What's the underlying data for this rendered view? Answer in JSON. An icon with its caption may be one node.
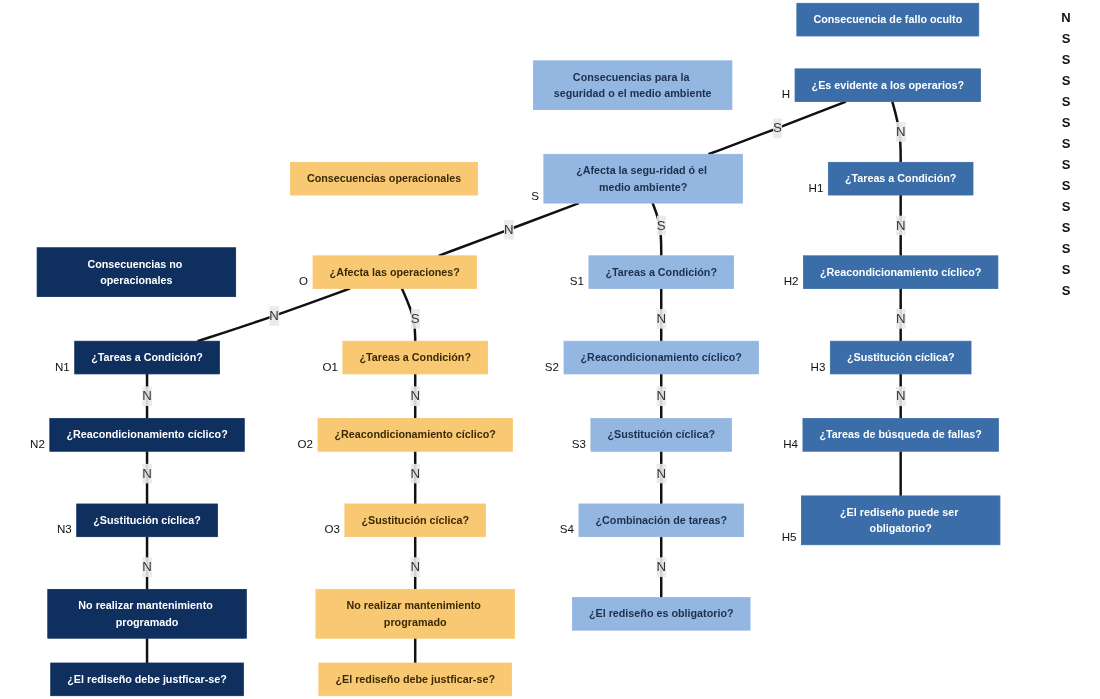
{
  "diagram": {
    "nodes": [
      {
        "text": [
          "Consecuencia de fallo oculto"
        ]
      },
      {
        "text": [
          "Consecuencias para la seguridad o el medio ambiente"
        ]
      },
      {
        "text": [
          "Consecuencias operacionales"
        ]
      },
      {
        "text": [
          "Consecuencias no operacionales"
        ]
      },
      {
        "text": [
          "¿Es evidente a los operarios?"
        ],
        "beside": [
          "H"
        ]
      },
      {
        "text": [
          "¿Afecta la segu-ridad ó el medio ambiente?"
        ],
        "beside": [
          "S"
        ]
      },
      {
        "text": [
          "¿Afecta las operaciones?"
        ],
        "beside": [
          "O"
        ]
      },
      {
        "text": [
          "¿Tareas a Condición?"
        ],
        "beside": [
          "H1"
        ]
      },
      {
        "text": [
          "¿Tareas a Condición?"
        ],
        "beside": [
          "S1"
        ]
      },
      {
        "text": [
          "¿Tareas a Condición?"
        ],
        "beside": [
          "O1"
        ]
      },
      {
        "text": [
          "¿Tareas a Condición?"
        ],
        "beside": [
          "N1"
        ]
      },
      {
        "text": [
          "¿Reacondicionamiento cíclico?"
        ],
        "beside": [
          "H2"
        ]
      },
      {
        "text": [
          "¿Reacondicionamiento cíclico?"
        ],
        "beside": [
          "S2"
        ]
      },
      {
        "text": [
          "¿Reacondicionamiento cíclico?"
        ],
        "beside": [
          "O2"
        ]
      },
      {
        "text": [
          "¿Reacondicionamiento cíclico?"
        ],
        "beside": [
          "N2"
        ]
      },
      {
        "text": [
          "¿Sustitución cíclica?"
        ],
        "beside": [
          "H3"
        ]
      },
      {
        "text": [
          "¿Sustitución cíclica?"
        ],
        "beside": [
          "S3"
        ]
      },
      {
        "text": [
          "¿Sustitución cíclica?"
        ],
        "beside": [
          "O3"
        ]
      },
      {
        "text": [
          "¿Sustitución cíclica?"
        ],
        "beside": [
          "N3"
        ]
      },
      {
        "text": [
          "¿Tareas de búsqueda de fallas?"
        ],
        "beside": [
          "H4"
        ]
      },
      {
        "text": [
          "¿Combinación de tareas?"
        ],
        "beside": [
          "S4"
        ]
      },
      {
        "text": [
          "No realizar mantenimiento programado"
        ]
      },
      {
        "text": [
          "No realizar mantenimiento programado"
        ]
      },
      {
        "text": [
          "¿El rediseño puede ser obligatorio?"
        ],
        "beside": [
          "H5"
        ]
      },
      {
        "text": [
          "¿El rediseño es obligatorio?"
        ]
      },
      {
        "text": [
          "¿El rediseño debe justficar-se?"
        ]
      },
      {
        "text": [
          "¿El rediseño debe justficar-se?"
        ]
      }
    ],
    "edges": [
      {
        "from": 4,
        "to": 5,
        "arrow": "none",
        "label": "S"
      },
      {
        "from": 5,
        "to": 6,
        "arrow": "none",
        "label": "N"
      },
      {
        "from": 6,
        "to": 10,
        "arrow": "none",
        "label": "N"
      },
      {
        "from": 4,
        "to": 7,
        "arrow": "none",
        "label": "N"
      },
      {
        "from": 5,
        "to": 8,
        "arrow": "none",
        "label": "S"
      },
      {
        "from": 6,
        "to": 9,
        "arrow": "none",
        "label": "S"
      },
      {
        "from": 7,
        "to": 11,
        "arrow": "none",
        "label": "N"
      },
      {
        "from": 8,
        "to": 12,
        "arrow": "none",
        "label": "N"
      },
      {
        "from": 9,
        "to": 13,
        "arrow": "none",
        "label": "N"
      },
      {
        "from": 10,
        "to": 14,
        "arrow": "none",
        "label": "N"
      },
      {
        "from": 11,
        "to": 15,
        "arrow": "none",
        "label": "N"
      },
      {
        "from": 12,
        "to": 16,
        "arrow": "none",
        "label": "N"
      },
      {
        "from": 13,
        "to": 17,
        "arrow": "none",
        "label": "N"
      },
      {
        "from": 14,
        "to": 18,
        "arrow": "none",
        "label": "N"
      },
      {
        "from": 15,
        "to": 19,
        "arrow": "none",
        "label": "N"
      },
      {
        "from": 16,
        "to": 20,
        "arrow": "none",
        "label": "N"
      },
      {
        "from": 17,
        "to": 21,
        "arrow": "none",
        "label": "N"
      },
      {
        "from": 18,
        "to": 22,
        "arrow": "none",
        "label": "N"
      },
      {
        "from": 19,
        "to": 23,
        "arrow": "none"
      },
      {
        "from": 20,
        "to": 24,
        "arrow": "none",
        "label": "N"
      },
      {
        "from": 21,
        "to": 25,
        "arrow": "none"
      },
      {
        "from": 22,
        "to": 26,
        "arrow": "none"
      }
    ],
    "labels": [
      "N",
      "S",
      "S",
      "S",
      "S",
      "S",
      "S",
      "S",
      "S",
      "S",
      "S",
      "S",
      "S",
      "S"
    ]
  }
}
